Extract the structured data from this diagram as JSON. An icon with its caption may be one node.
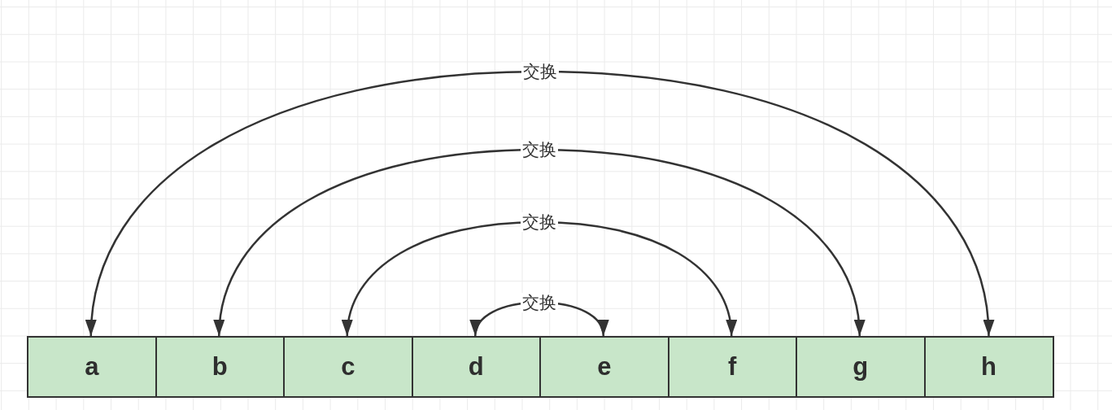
{
  "diagram": {
    "nodes": [
      {
        "text": [
          "a"
        ]
      },
      {
        "text": [
          "b"
        ]
      },
      {
        "text": [
          "c"
        ]
      },
      {
        "text": [
          "d"
        ]
      },
      {
        "text": [
          "e"
        ]
      },
      {
        "text": [
          "f"
        ]
      },
      {
        "text": [
          "g"
        ]
      },
      {
        "text": [
          "h"
        ]
      }
    ],
    "edges": [
      {
        "from": 0,
        "to": 7,
        "arrow": "both",
        "label": "交换"
      },
      {
        "from": 1,
        "to": 6,
        "arrow": "both",
        "label": "交换"
      },
      {
        "from": 2,
        "to": 5,
        "arrow": "both",
        "label": "交换"
      },
      {
        "from": 3,
        "to": 4,
        "arrow": "both",
        "label": "交换"
      }
    ]
  }
}
